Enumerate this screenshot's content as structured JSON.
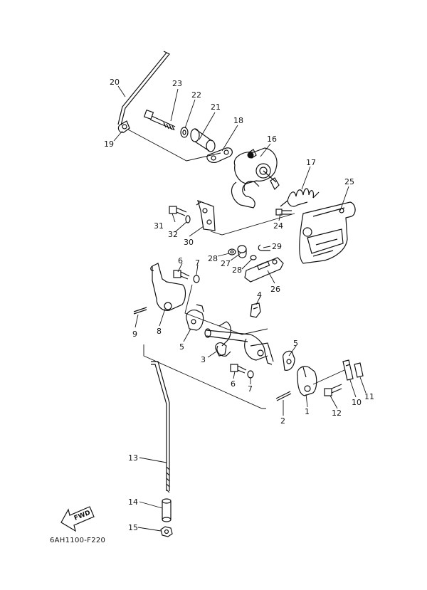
{
  "diagram": {
    "callouts": [
      "1",
      "2",
      "3",
      "4",
      "5",
      "5",
      "6",
      "6",
      "7",
      "7",
      "8",
      "9",
      "10",
      "11",
      "12",
      "13",
      "14",
      "15",
      "16",
      "17",
      "18",
      "19",
      "20",
      "21",
      "22",
      "23",
      "24",
      "25",
      "26",
      "27",
      "28",
      "28",
      "29",
      "30",
      "31",
      "32"
    ],
    "fwd_label": "FWD",
    "footer_code": "6AH1100-F220"
  }
}
